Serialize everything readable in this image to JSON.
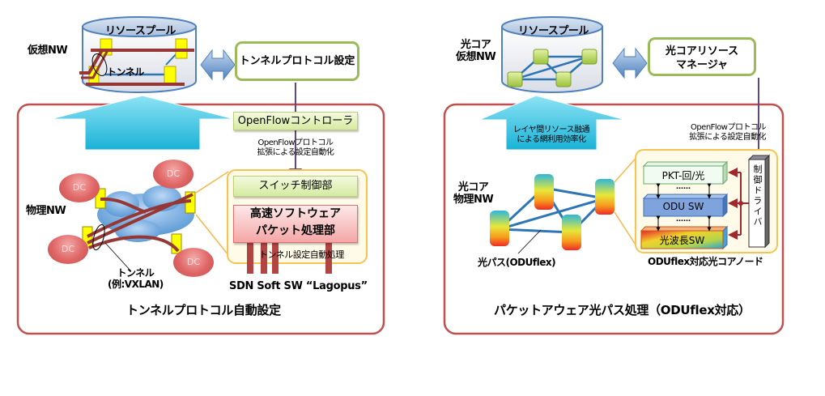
{
  "colors": {
    "frame_red": "#c0504d",
    "accent_cyan": "#33ccee",
    "tunnel_brown": "#953735",
    "switch_yellow": "#ffff00",
    "link_blue": "#2e75b6",
    "green_border": "#9bbb59",
    "orange_zoom": "#f7b84b"
  },
  "left": {
    "virtual_nw_label": "仮想NW",
    "resource_pool_label": "リソースプール",
    "tunnel_label_virtual": "トンネル",
    "tunnel_protocol_box": "トンネルプロトコル設定",
    "openflow_controller": "OpenFlowコントローラ",
    "openflow_note_line1": "OpenFlowプロトコル",
    "openflow_note_line2": "拡張による設定自動化",
    "physical_nw_label": "物理NW",
    "dc_label": "DC",
    "switch_control": "スイッチ制御部",
    "packet_processing_line1": "高速ソフトウェア",
    "packet_processing_line2": "パケット処理部",
    "tunnel_auto_processing": "トンネル設定自動処理",
    "tunnel_label_physical": "トンネル",
    "tunnel_example": "(例:VXLAN)",
    "sdn_switch_name": "SDN Soft SW “Lagopus”",
    "panel_title": "トンネルプロトコル自動設定"
  },
  "right": {
    "virtual_nw_label_line1": "光コア",
    "virtual_nw_label_line2": "仮想NW",
    "resource_pool_label": "リソースプール",
    "resource_manager_line1": "光コアリソース",
    "resource_manager_line2": "マネージャ",
    "arrow_note_line1": "レイヤ間リソース融通",
    "arrow_note_line2": "による網利用効率化",
    "openflow_note_line1": "OpenFlowプロトコル",
    "openflow_note_line2": "拡張による設定自動化",
    "physical_nw_label_line1": "光コア",
    "physical_nw_label_line2": "物理NW",
    "optical_path_label": "光パス(ODUflex)",
    "layer_pkt": "PKT-回/光",
    "layer_dots": "……",
    "layer_odu": "ODU SW",
    "layer_wavelength": "光波長SW",
    "control_driver": "制御ドライバ",
    "node_label": "ODUflex対応光コアノード",
    "panel_title": "パケットアウェア光パス処理（ODUflex対応）"
  }
}
